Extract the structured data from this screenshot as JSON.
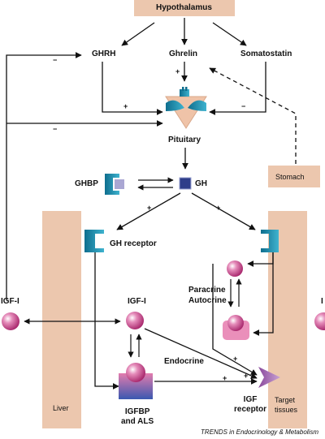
{
  "labels": {
    "hypothalamus": "Hypothalamus",
    "ghrh": "GHRH",
    "ghrelin": "Ghrelin",
    "somatostatin": "Somatostatin",
    "pituitary": "Pituitary",
    "stomach": "Stomach",
    "ghbp": "GHBP",
    "gh": "GH",
    "gh_receptor": "GH receptor",
    "igf1_left": "IGF-I",
    "igf1_center": "IGF-I",
    "paracrine": "Paracrine",
    "autocrine": "Autocrine",
    "endocrine": "Endocrine",
    "igf_receptor": "IGF\nreceptor",
    "target_tissues": "Target\ntissues",
    "liver": "Liver",
    "igfbp_als": "IGFBP\nand ALS",
    "right_edge_fragment": "I"
  },
  "signs": {
    "plus": "+",
    "minus": "−"
  },
  "credit": "TRENDS in Endocrinology & Metabolism",
  "colors": {
    "tissue_fill": "#ecc7ae",
    "igf_sphere": "#c0337f",
    "teal": "#1b8eae",
    "igf_receptor": "#7a3c8c"
  },
  "icons": {
    "igf_molecule": "pink-sphere",
    "gh_molecule": "navy-square",
    "receptor": "teal-bracket"
  }
}
